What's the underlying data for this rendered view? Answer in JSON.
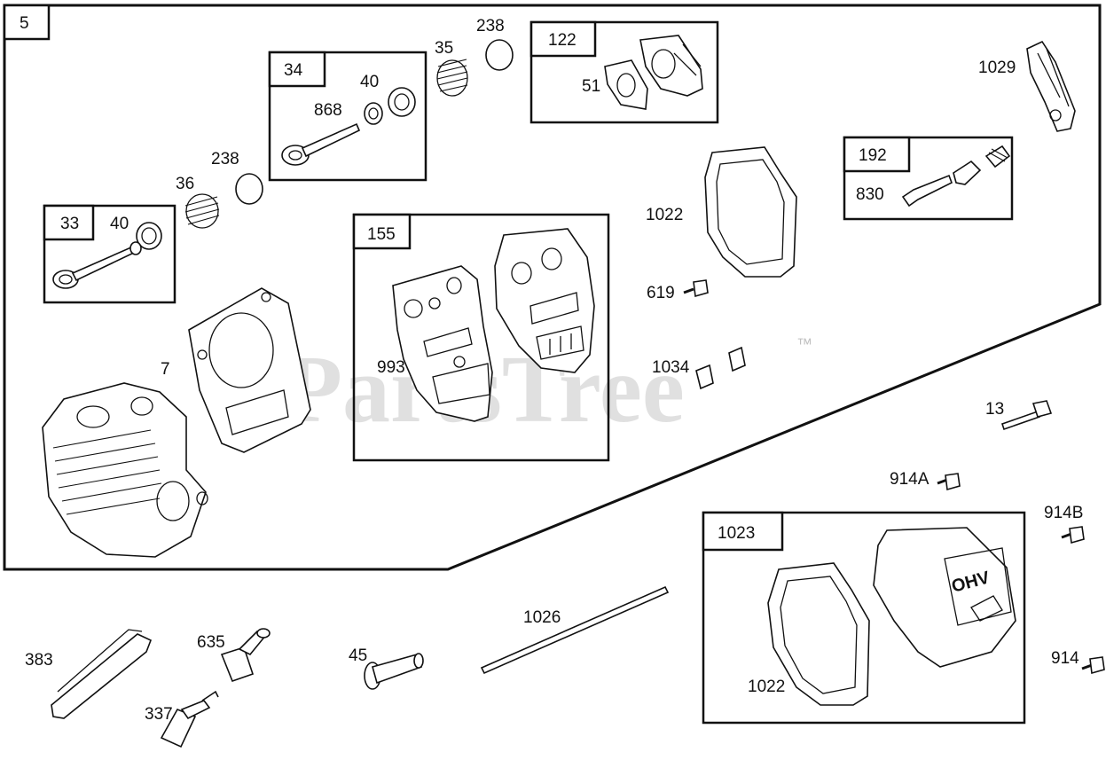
{
  "diagram": {
    "main_group_label": "5",
    "watermark": "PartsTree",
    "watermark_tm": "™",
    "boxes": [
      {
        "id": "box-33",
        "label": "33"
      },
      {
        "id": "box-34",
        "label": "34"
      },
      {
        "id": "box-122",
        "label": "122"
      },
      {
        "id": "box-155",
        "label": "155"
      },
      {
        "id": "box-192",
        "label": "192"
      },
      {
        "id": "box-1023",
        "label": "1023"
      }
    ],
    "part_labels": {
      "p40a": "40",
      "p40b": "40",
      "p868": "868",
      "p35": "35",
      "p238a": "238",
      "p238b": "238",
      "p36": "36",
      "p51": "51",
      "p1029": "1029",
      "p830": "830",
      "p1022a": "1022",
      "p619": "619",
      "p1034": "1034",
      "p7": "7",
      "p993": "993",
      "p13": "13",
      "p914A": "914A",
      "p914B": "914B",
      "p914": "914",
      "p1022b": "1022",
      "p1026": "1026",
      "p45": "45",
      "p383": "383",
      "p635": "635",
      "p337": "337"
    },
    "emblem_text": "OHV"
  }
}
